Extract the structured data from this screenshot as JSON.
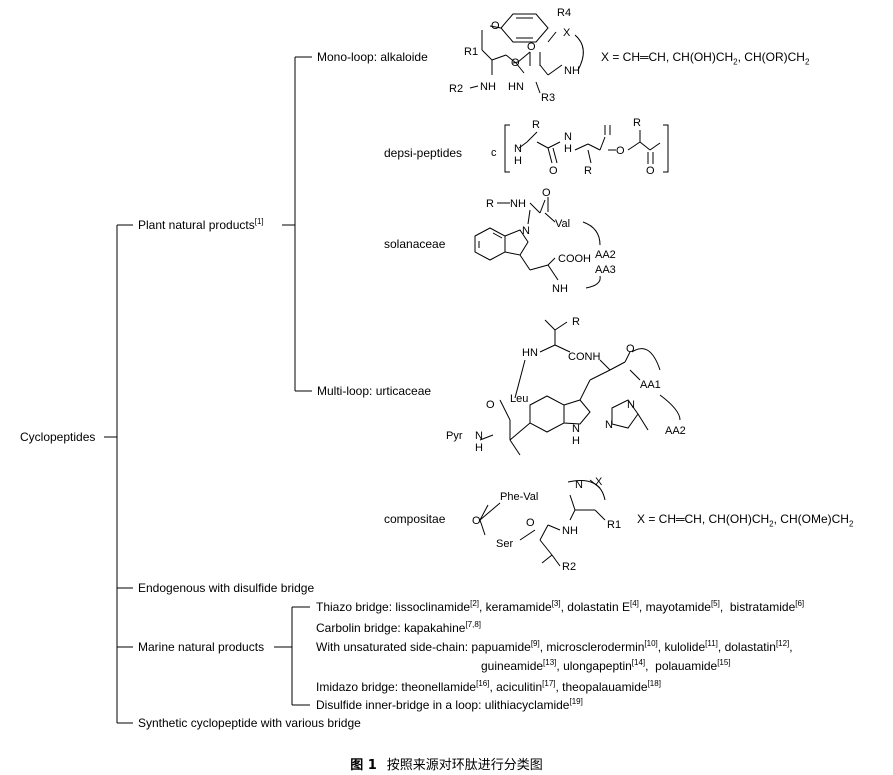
{
  "root": "Cyclopeptides",
  "plant": {
    "label": "Plant natural products",
    "ref": "[1]",
    "mono_loop": "Mono-loop: alkaloide",
    "mono_loop_formula": "X = CH═CH, CH(OH)CH2, CH(OR)CH2",
    "depsi": "depsi-peptides",
    "solanaceae": "solanaceae",
    "multi_loop": "Multi-loop: urticaceae",
    "compositae": "compositae",
    "compositae_formula": "X = CH═CH, CH(OH)CH2, CH(OMe)CH2"
  },
  "endogenous": "Endogenous with disulfide bridge",
  "marine": {
    "label": "Marine natural products",
    "thiazo": {
      "prefix": "Thiazo bridge: ",
      "items": [
        [
          "lissoclinamide",
          "[2]"
        ],
        [
          "keramamide",
          "[3]"
        ],
        [
          "dolastatin E",
          "[4]"
        ],
        [
          "mayotamide",
          "[5]"
        ],
        [
          "bistratamide",
          "[6]"
        ]
      ]
    },
    "carbolin": {
      "prefix": "Carbolin bridge: ",
      "items": [
        [
          "kapakahine",
          "[7,8]"
        ]
      ]
    },
    "unsat": {
      "prefix": "With unsaturated side-chain: ",
      "items": [
        [
          "papuamide",
          "[9]"
        ],
        [
          "microsclerodermin",
          "[10]"
        ],
        [
          "kulolide",
          "[11]"
        ],
        [
          "dolastatin",
          "[12]"
        ]
      ]
    },
    "unsat2": {
      "items": [
        [
          "guineamide",
          "[13]"
        ],
        [
          "ulongapeptin",
          "[14]"
        ],
        [
          "polauamide",
          "[15]"
        ]
      ]
    },
    "imidazo": {
      "prefix": "Imidazo bridge: ",
      "items": [
        [
          "theonellamide",
          "[16]"
        ],
        [
          "aciculitin",
          "[17]"
        ],
        [
          "theopalauamide",
          "[18]"
        ]
      ]
    },
    "disulfide": {
      "prefix": "Disulfide inner-bridge in a loop: ",
      "items": [
        [
          "ulithiacyclamide",
          "[19]"
        ]
      ]
    }
  },
  "synthetic": "Synthetic cyclopeptide with various bridge",
  "caption": {
    "fig": "图 1",
    "text": "按照来源对环肽进行分类图"
  },
  "molecules": {
    "mono": [
      "O",
      "R4",
      "X",
      "R1",
      "NH",
      "O",
      "O",
      "R2",
      "NH",
      "HN",
      "R3"
    ],
    "depsi": [
      "c",
      "R",
      "N",
      "H",
      "N",
      "H",
      "O",
      "R",
      "O",
      "R",
      "O"
    ],
    "solan": [
      "R",
      "NH",
      "O",
      "N",
      "Val",
      "AA2",
      "AA3",
      "COOH",
      "NH"
    ],
    "multi": [
      "R",
      "HN",
      "CONH",
      "O",
      "AA1",
      "Leu",
      "O",
      "Pyr",
      "N",
      "H",
      "N",
      "H",
      "N",
      "N",
      "AA2"
    ],
    "comp": [
      "N",
      "X",
      "Phe-Val",
      "O",
      "O",
      "NH",
      "R1",
      "Ser",
      "R2"
    ]
  }
}
